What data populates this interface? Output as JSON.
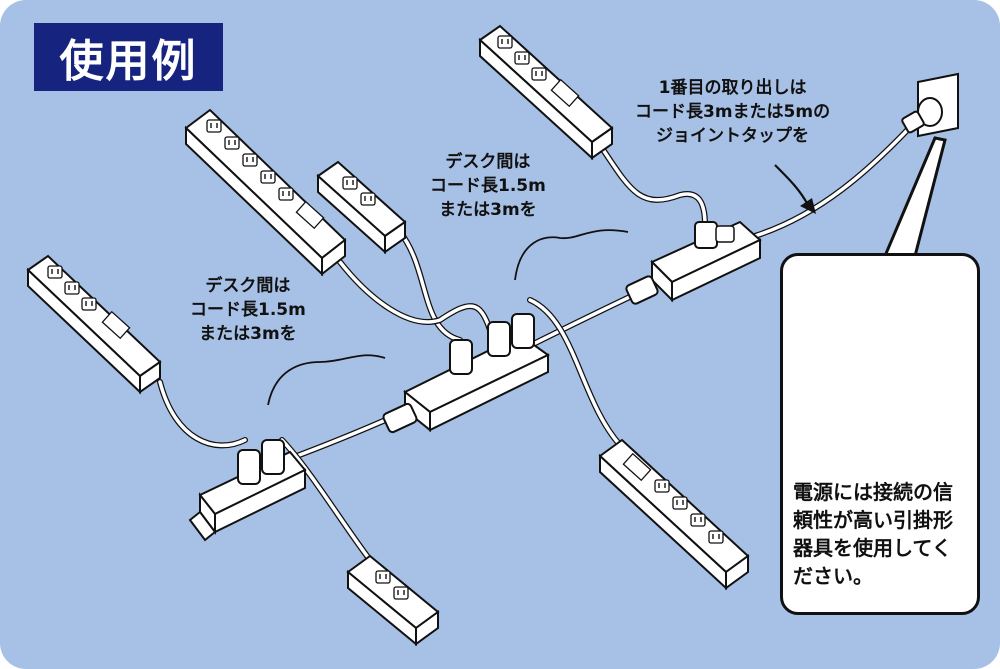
{
  "title": "使用例",
  "labels": {
    "desk_upper": [
      "デスク間は",
      "コード長1.5m",
      "または3mを"
    ],
    "desk_lower": [
      "デスク間は",
      "コード長1.5m",
      "または3mを"
    ],
    "first_takeout": [
      "1番目の取り出しは",
      "コード長3mまたは5mの",
      "ジョイントタップを"
    ]
  },
  "callout": {
    "text": [
      "電源には接続の信",
      "頼性が高い引掛形",
      "器具を使用してく",
      "ださい。"
    ]
  },
  "colors": {
    "background": "#a7c0e5",
    "title_bg": "#16237f",
    "title_text": "#ffffff",
    "outline": "#111111",
    "device_fill": "#ffffff"
  }
}
